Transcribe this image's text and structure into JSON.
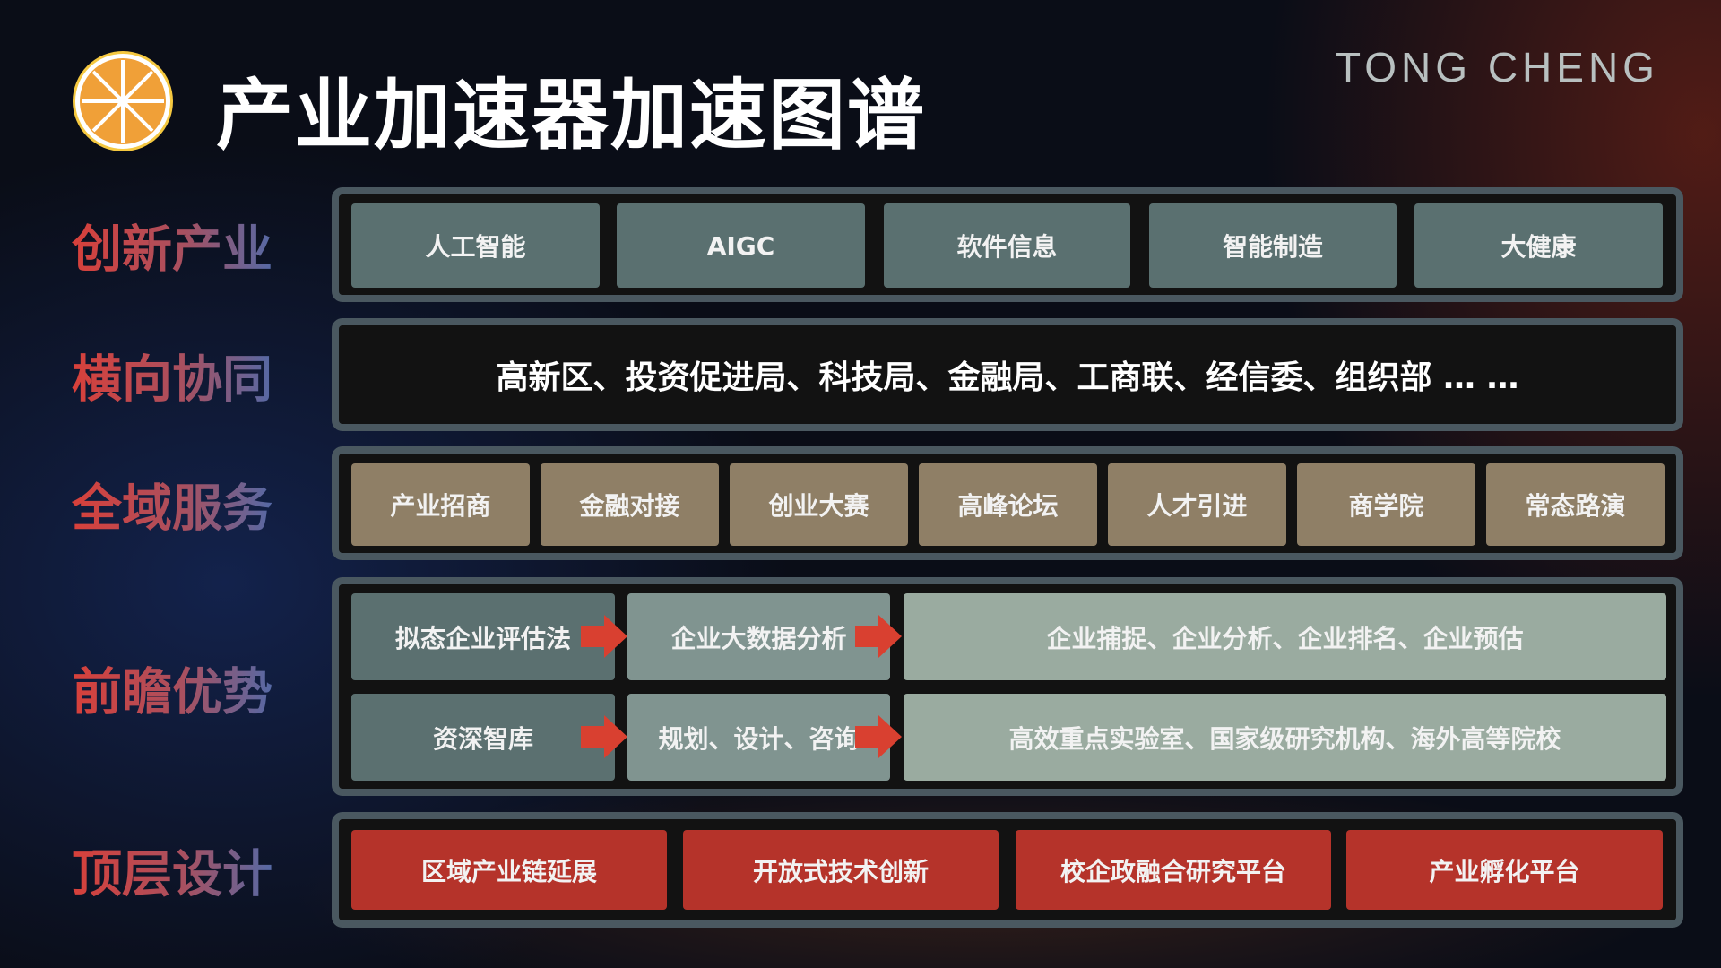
{
  "header": {
    "title": "产业加速器加速图谱",
    "brand": "TONG CHENG",
    "logo_icon": "orange-slice-icon"
  },
  "rows": {
    "innovation": {
      "label": "创新产业",
      "items": [
        "人工智能",
        "AIGC",
        "软件信息",
        "智能制造",
        "大健康"
      ]
    },
    "collaboration": {
      "label": "横向协同",
      "text": "高新区、投资促进局、科技局、金融局、工商联、经信委、组织部 … …"
    },
    "services": {
      "label": "全域服务",
      "items": [
        "产业招商",
        "金融对接",
        "创业大赛",
        "高峰论坛",
        "人才引进",
        "商学院",
        "常态路演"
      ]
    },
    "foresight": {
      "label": "前瞻优势",
      "lines": [
        [
          "拟态企业评估法",
          "企业大数据分析",
          "企业捕捉、企业分析、企业排名、企业预估"
        ],
        [
          "资深智库",
          "规划、设计、咨询",
          "高效重点实验室、国家级研究机构、海外高等院校"
        ]
      ]
    },
    "toplevel": {
      "label": "顶层设计",
      "items": [
        "区域产业链延展",
        "开放式技术创新",
        "校企政融合研究平台",
        "产业孵化平台"
      ]
    }
  },
  "colors": {
    "box_teal": "#5a7070",
    "box_tan": "#8f7f66",
    "box_red": "#b5332a",
    "arrow": "#d94030"
  }
}
